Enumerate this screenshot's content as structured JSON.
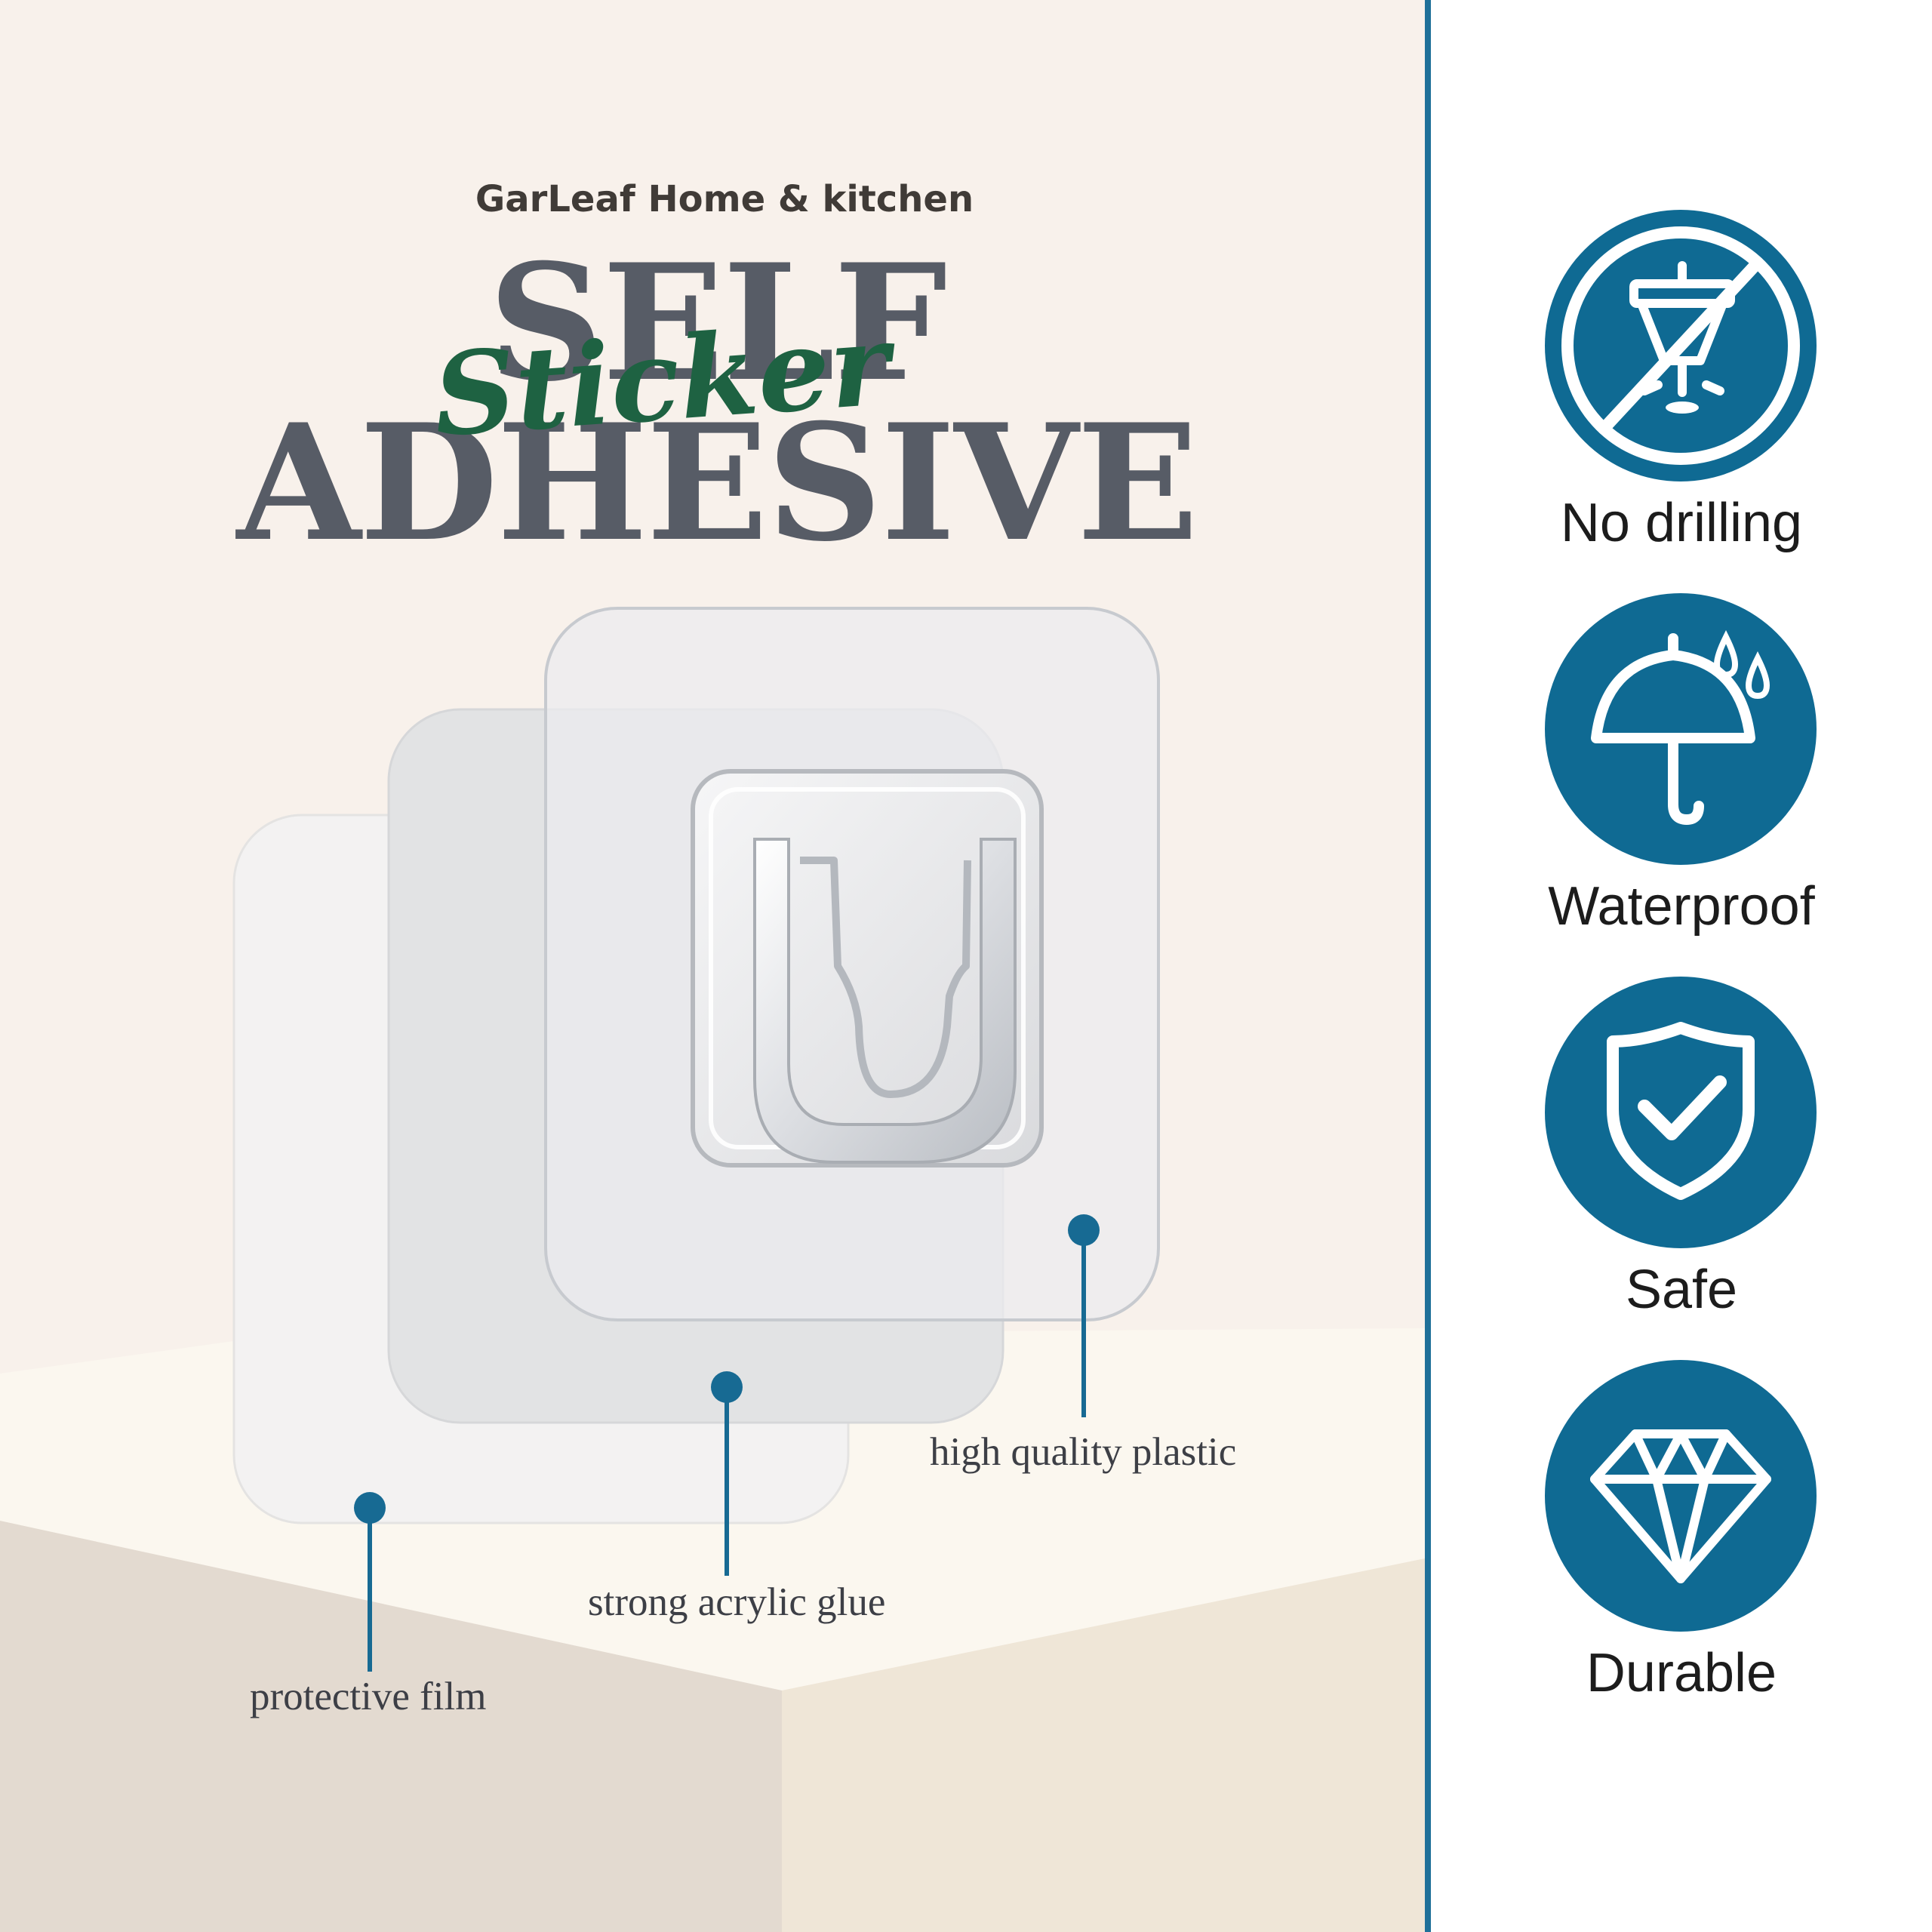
{
  "brand": "GarLeaf Home & kitchen",
  "headline": "SELF ADHESIVE",
  "script_word": "Sticker",
  "callouts": {
    "plastic": "high quality plastic",
    "glue": "strong acrylic glue",
    "film": "protective film"
  },
  "features": [
    {
      "label": "No drilling",
      "icon": "no-drilling-icon"
    },
    {
      "label": "Waterproof",
      "icon": "umbrella-icon"
    },
    {
      "label": "Safe",
      "icon": "shield-check-icon"
    },
    {
      "label": "Durable",
      "icon": "diamond-icon"
    }
  ],
  "colors": {
    "accent_blue": "#1f7099",
    "badge_blue": "#0f6a93",
    "script_green": "#1e6242",
    "headline_grey": "#575c66",
    "panel_background": "#f8f1eb"
  }
}
